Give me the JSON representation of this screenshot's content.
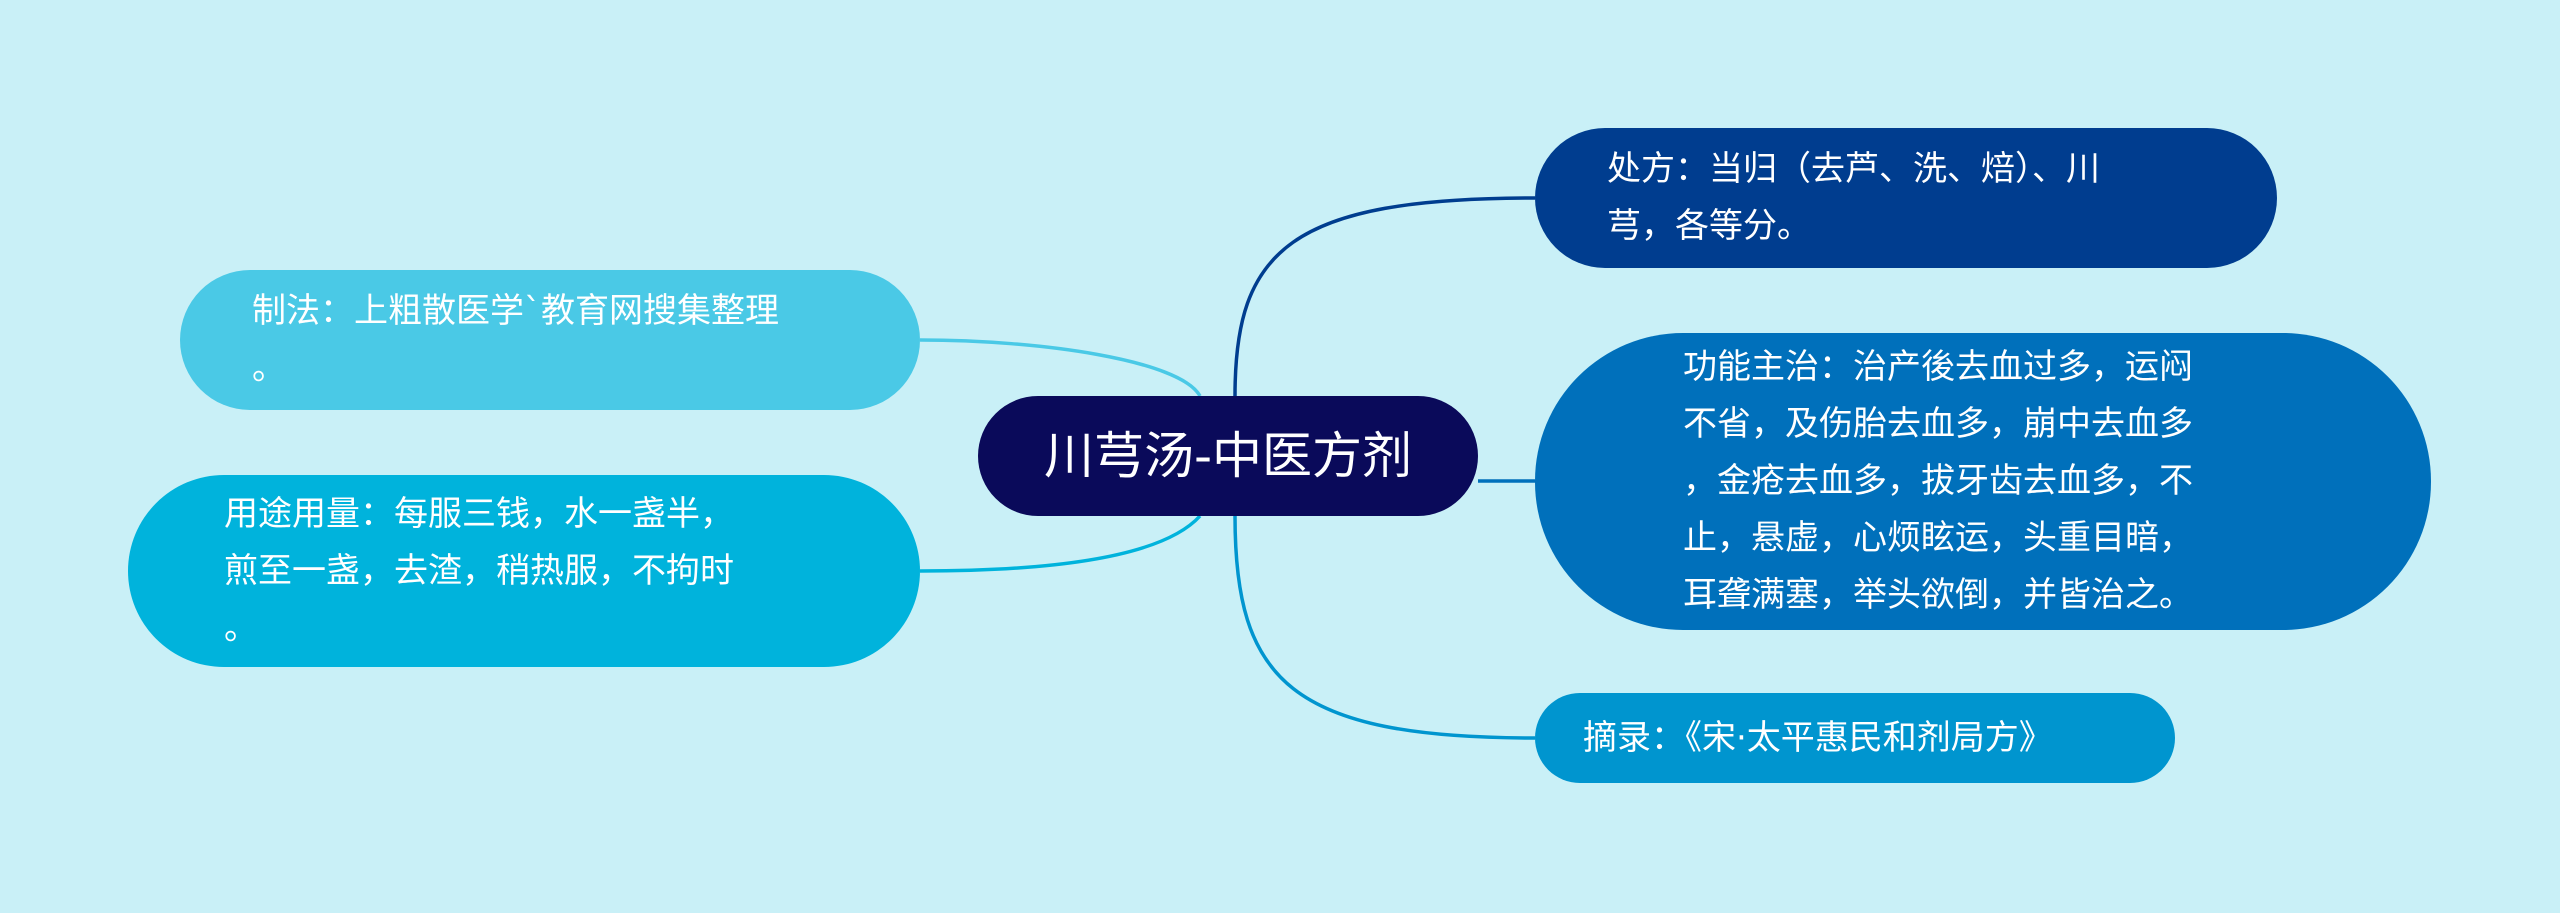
{
  "colors": {
    "background": "#c9f0f7",
    "root": "#0a0a5a",
    "prescription": "#003d8f",
    "function": "#0070bb",
    "source": "#0095cf",
    "method": "#4ac9e6",
    "usage": "#00b3dc"
  },
  "root": {
    "label": "川芎汤-中医方剂"
  },
  "branches": {
    "prescription": "处方：当归（去芦、洗、焙）、川\n芎，各等分。",
    "function": "功能主治：治产後去血过多，运闷\n不省，及伤胎去血多，崩中去血多\n，金疮去血多，拔牙齿去血多，不\n止，悬虚，心烦眩运，头重目暗，\n耳聋满塞，举头欲倒，并皆治之。",
    "source": "摘录：《宋·太平惠民和剂局方》",
    "method": "制法：上粗散医学`教育网搜集整理\n。",
    "usage": "用途用量：每服三钱，水一盏半，\n煎至一盏，去渣，稍热服，不拘时\n。"
  }
}
